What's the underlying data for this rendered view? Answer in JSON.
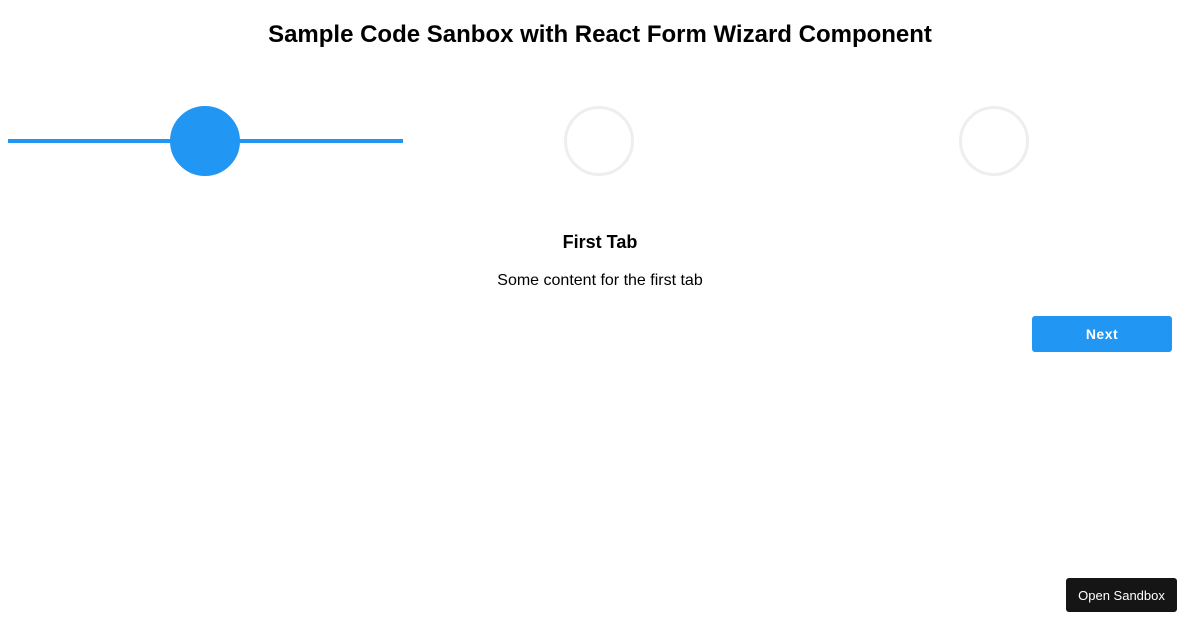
{
  "page": {
    "title": "Sample Code Sanbox with React Form Wizard Component"
  },
  "wizard": {
    "steps": [
      {
        "state": "active"
      },
      {
        "state": "inactive"
      },
      {
        "state": "inactive"
      }
    ],
    "current_tab": {
      "title": "First Tab",
      "content": "Some content for the first tab"
    },
    "next_label": "Next"
  },
  "sandbox": {
    "open_label": "Open Sandbox"
  },
  "colors": {
    "accent": "#2196f3",
    "inactive_border": "#eeeeee",
    "dark_button": "#151515"
  }
}
